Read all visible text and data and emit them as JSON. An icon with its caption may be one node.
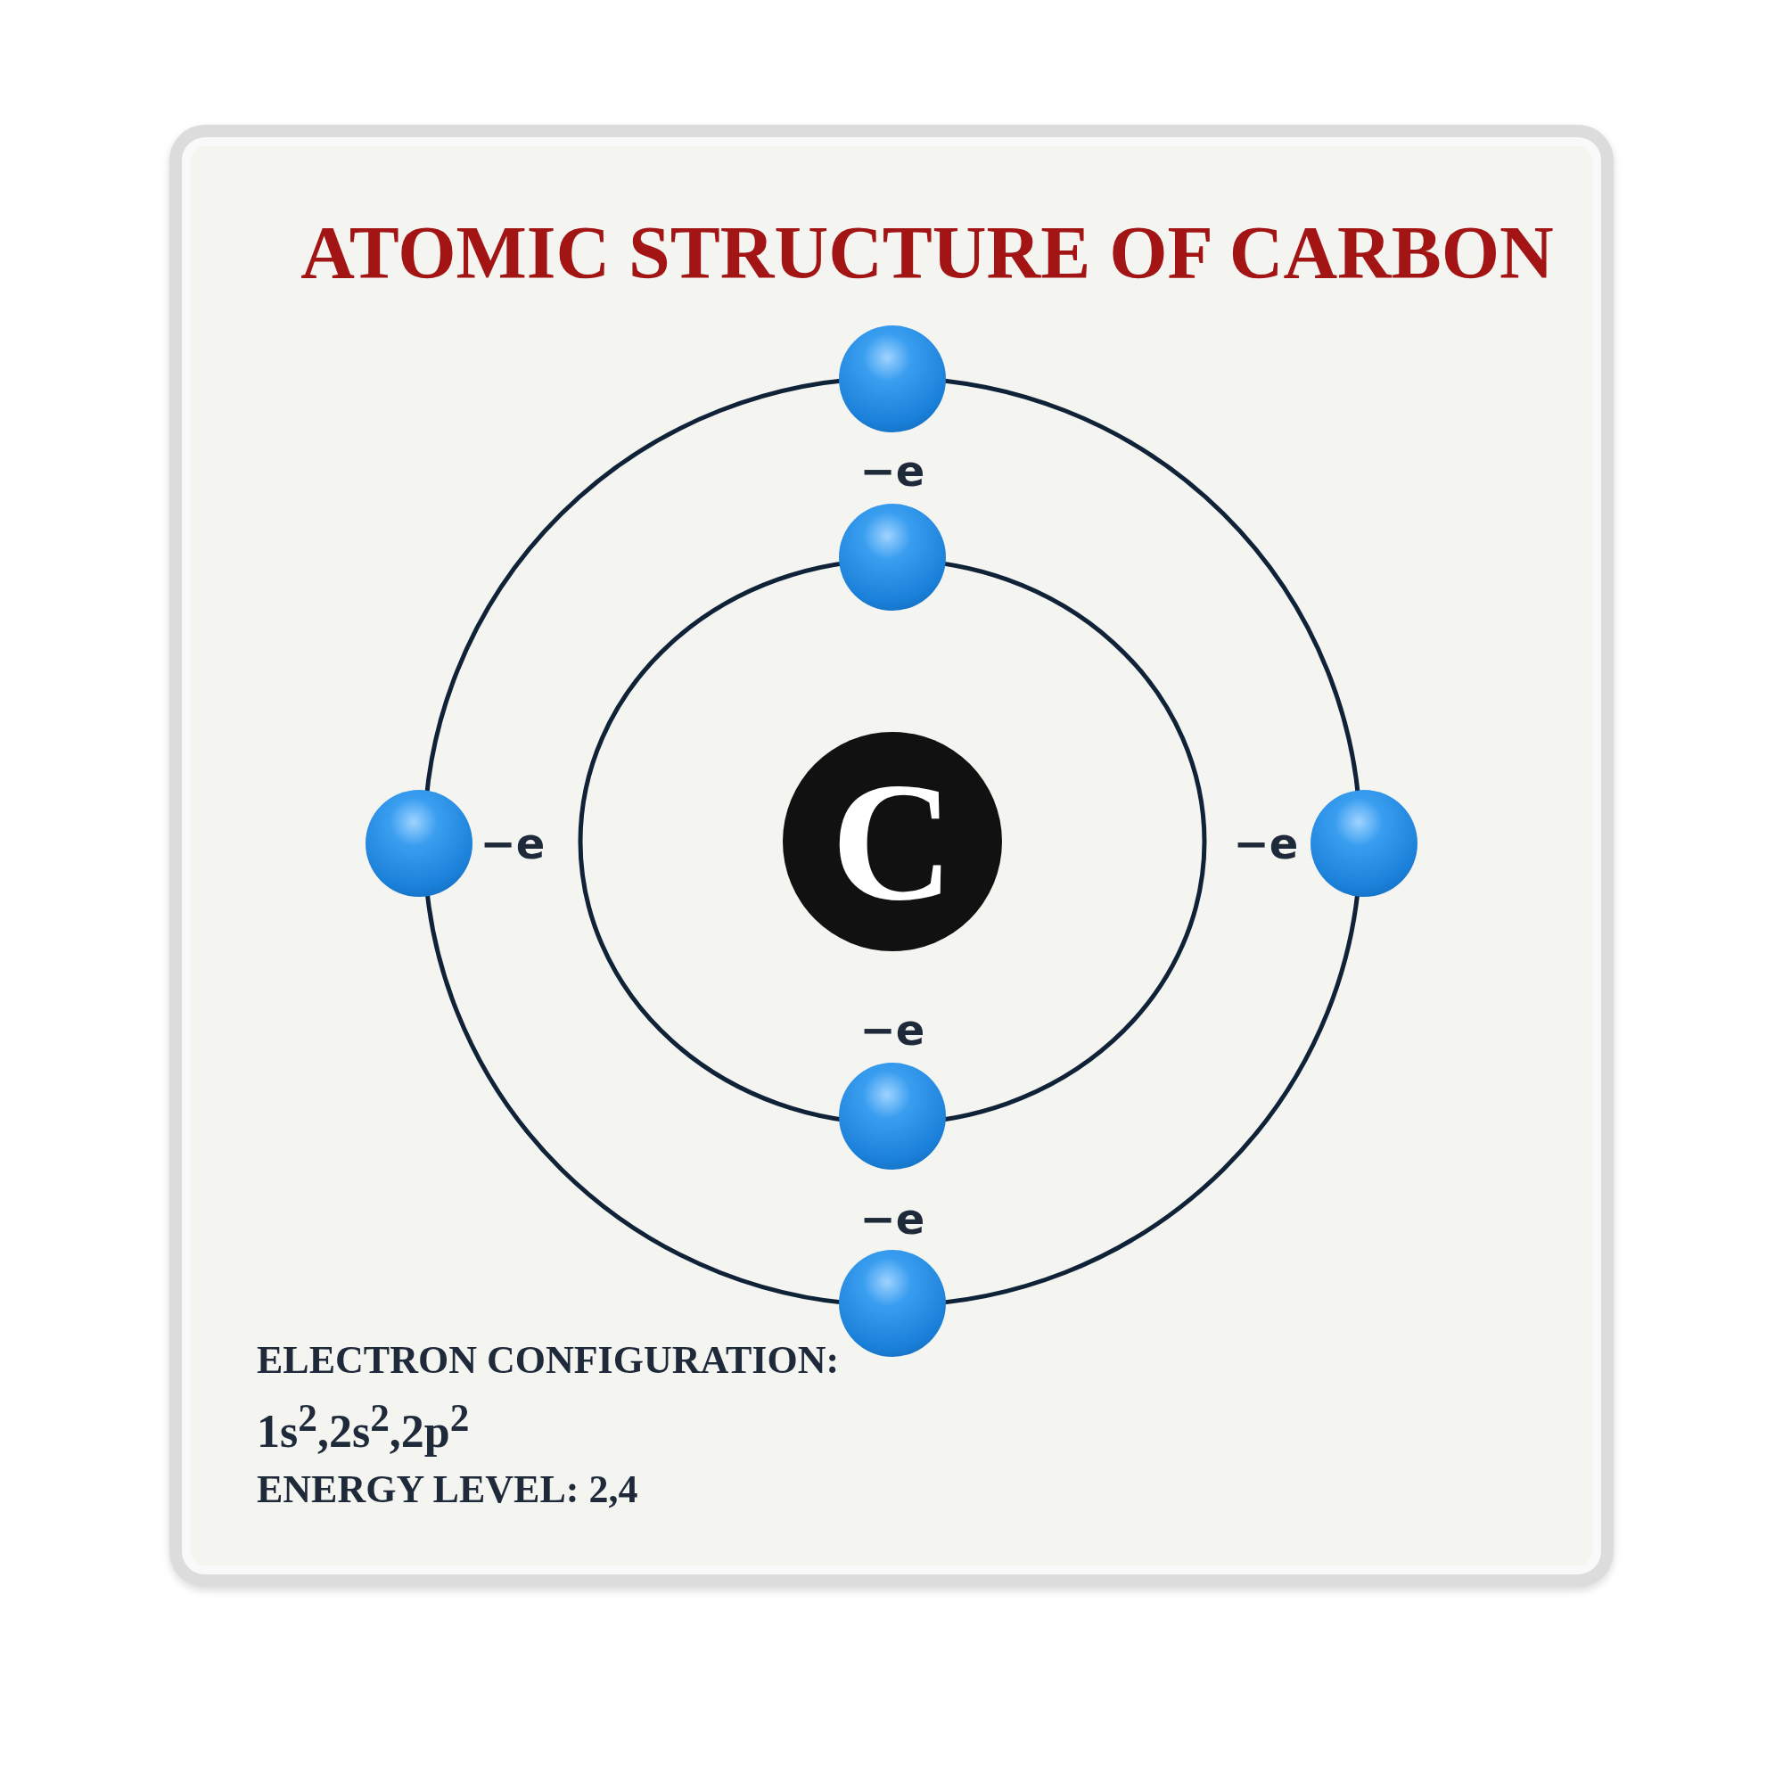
{
  "diagram": {
    "title": "ATOMIC STRUCTURE OF CARBON",
    "nodes": [
      {
        "text": [
          "C"
        ]
      },
      {
        "text": [],
        "shape": "circle",
        "beside": [
          "−e"
        ]
      },
      {
        "text": [],
        "shape": "circle"
      },
      {
        "text": [],
        "shape": "circle",
        "beside": [
          "−e"
        ]
      },
      {
        "text": [],
        "shape": "circle",
        "beside": [
          "−e"
        ]
      },
      {
        "text": [],
        "shape": "circle",
        "beside": [
          "−e"
        ]
      },
      {
        "text": [],
        "shape": "circle",
        "beside": [
          "−e"
        ]
      }
    ],
    "edges": [],
    "labels": [
      "ELECTRON CONFIGURATION:",
      "1s$^{2}$,2s$^{2}$,2p$^{2}$",
      "ENERGY LEVEL: 2,4"
    ]
  }
}
